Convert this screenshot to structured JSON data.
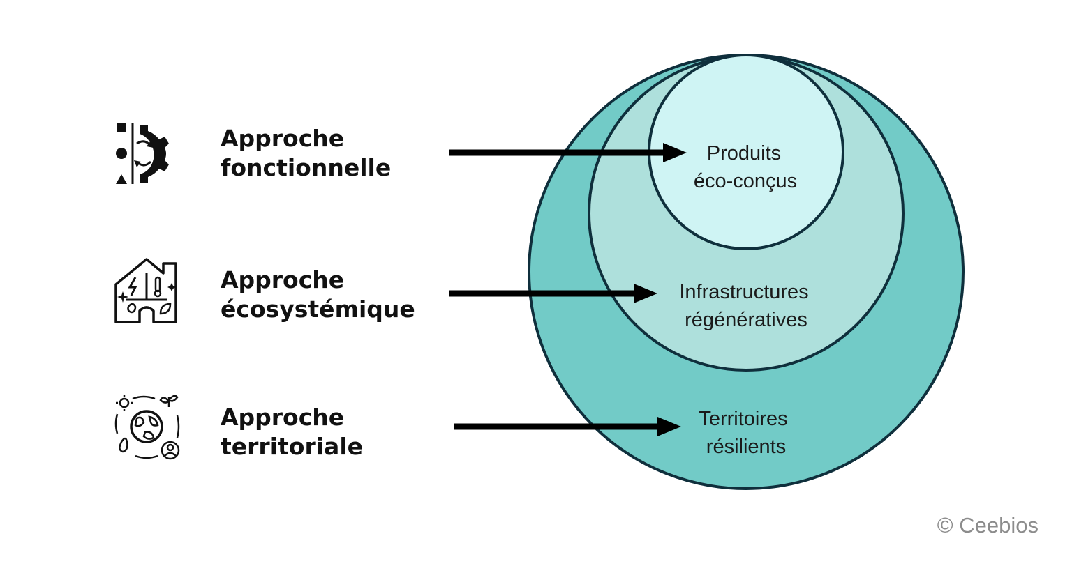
{
  "approaches": [
    {
      "line1": "Approche",
      "line2": "fonctionnelle",
      "icon": "gear-process-icon"
    },
    {
      "line1": "Approche",
      "line2": "écosystémique",
      "icon": "smart-house-icon"
    },
    {
      "line1": "Approche",
      "line2": "territoriale",
      "icon": "earth-cycle-icon"
    }
  ],
  "circles": [
    {
      "line1": "Produits",
      "line2": "éco-conçus",
      "fill": "#cff4f4"
    },
    {
      "line1": "Infrastructures",
      "line2": "régénératives",
      "fill": "#aee0dc"
    },
    {
      "line1": "Territoires",
      "line2": "résilients",
      "fill": "#72cbc7"
    }
  ],
  "copyright": "© Ceebios",
  "colors": {
    "outline": "#0f2f3c",
    "arrow": "#000000",
    "copyright": "#8c8c8c"
  }
}
